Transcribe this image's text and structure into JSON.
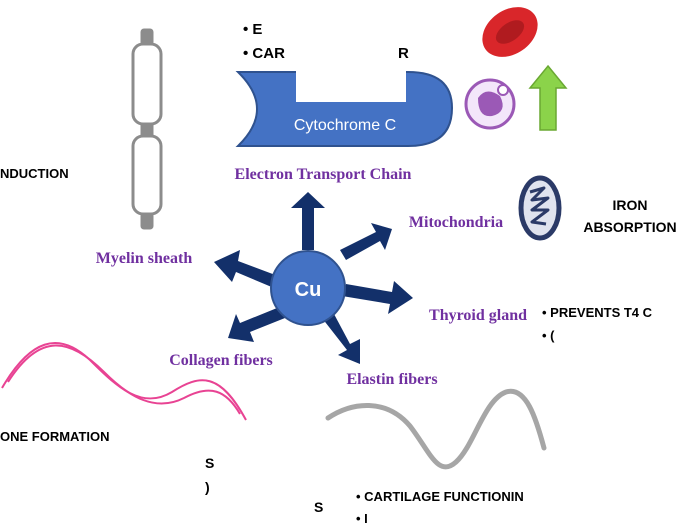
{
  "colors": {
    "arrow": "#13306a",
    "label": "#7030a0",
    "hub_fill": "#4472c4",
    "hub_stroke": "#2f528f",
    "rbc": "#d9262a",
    "cell": "#9b59b6",
    "up_arrow": "#8bd34a",
    "myelin": "#8c8c8c",
    "collagen": "#e84393",
    "elastin": "#a6a6a6",
    "mito": "#2b3a67"
  },
  "hub": {
    "label": "Cu"
  },
  "targets": {
    "etc": "Electron Transport Chain",
    "mitochondria": "Mitochondria",
    "thyroid": "Thyroid gland",
    "elastin": "Elastin fibers",
    "collagen": "Collagen fibers",
    "myelin": "Myelin sheath"
  },
  "etc_box": {
    "line1": "Cytochrome C"
  },
  "fragments": {
    "top_bullet_1": "• E",
    "top_bullet_2": "• CAR",
    "top_bullet_2_tail": "R",
    "conduction": "NDUCTION",
    "iron_1": "IRON",
    "iron_2": "ABSORPTION",
    "thyroid_bullet_1": "• PREVENTS T4 C",
    "thyroid_bullet_2": "• (",
    "bone": "ONE FORMATION",
    "bottom_left_1": "S",
    "bottom_left_2": ")",
    "bottom_mid": "S",
    "cartilage_1": "• CARTILAGE FUNCTIONIN",
    "cartilage_2": "• I"
  },
  "icons": {
    "myelin": "myelin-sheath-icon",
    "rbc": "red-blood-cell-icon",
    "cell": "white-blood-cell-icon",
    "up": "up-arrow-icon",
    "mito": "mitochondria-icon",
    "collagen": "collagen-wave-icon",
    "elastin": "elastin-wave-icon"
  }
}
